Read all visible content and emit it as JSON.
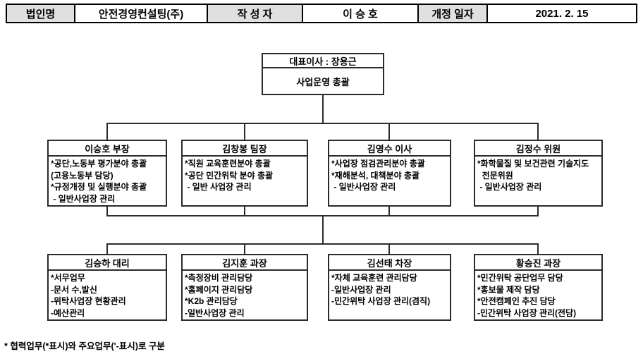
{
  "header": {
    "company_label": "법인명",
    "company_value": "안전경영컨설팅(주)",
    "author_label": "작 성 자",
    "author_value": "이 승 호",
    "revision_label": "개정 일자",
    "revision_value": "2021. 2. 15"
  },
  "org": {
    "root": {
      "title": "대표이사 : 장용근",
      "body": "사업운영 총괄"
    },
    "row2": [
      {
        "title": "이승호 부장",
        "lines": [
          "*공단,노동부 평가분야 총괄",
          "(고용노동부 담당)",
          "*규정개정 및 실행분야 총괄",
          " - 일반사업장 관리"
        ]
      },
      {
        "title": "김창봉 팀장",
        "lines": [
          "*직원 교육훈련분야 총괄",
          "*공단 민간위탁 분야 총괄",
          " - 일반 사업장 관리"
        ]
      },
      {
        "title": "김영수 이사",
        "lines": [
          "*사업장 점검관리분야 총괄",
          "*재해분석, 대책분야 총괄",
          " - 일반사업장 관리"
        ]
      },
      {
        "title": "김정수 위원",
        "lines": [
          "*화학물질 및 보건관련 기술지도",
          "  전문위원",
          " - 일반사업장 관리"
        ]
      }
    ],
    "row3": [
      {
        "title": "김승하 대리",
        "lines": [
          "*서무업무",
          "-문서 수,발신",
          "-위탁사업장 현황관리",
          "-예산관리"
        ]
      },
      {
        "title": "김지훈 과장",
        "lines": [
          "*측정장비 관리담당",
          "*홈페이지 관리담당",
          "*K2b 관리담당",
          "-일반사업장 관리"
        ]
      },
      {
        "title": "김선태 차장",
        "lines": [
          "*자체 교육훈련 관리담당",
          "-일반사업장 관리",
          "-민간위탁 사업장 관리(겸직)"
        ]
      },
      {
        "title": "황승진 과장",
        "lines": [
          "*민간위탁 공단업무 담당",
          "*홍보물 제작 담당",
          "*안전캠페인 추진 담당",
          "-민간위탁 사업장 관리(전담)"
        ]
      }
    ]
  },
  "footer": {
    "note": "* 협력업무(*표시)와 주요업무('-표시)로 구분"
  }
}
